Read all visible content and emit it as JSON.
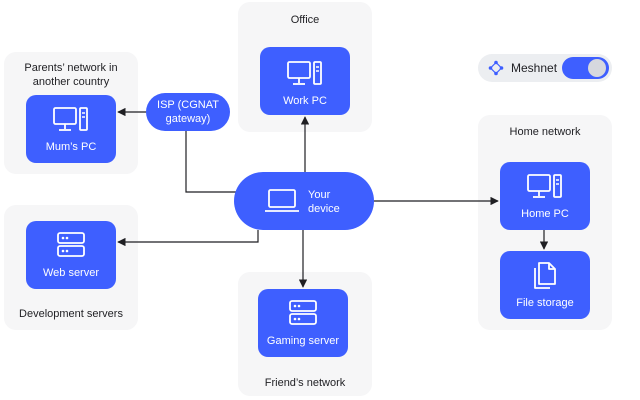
{
  "groups": {
    "office": "Office",
    "parents": "Parents’ network in another country",
    "home": "Home network",
    "dev": "Development servers",
    "friend": "Friend’s network"
  },
  "nodes": {
    "work_pc": "Work PC",
    "mums_pc": "Mum’s PC",
    "isp": "ISP (CGNAT gateway)",
    "your_device": "Your device",
    "home_pc": "Home PC",
    "file_storage": "File storage",
    "web_server": "Web server",
    "gaming_server": "Gaming server"
  },
  "meshnet": {
    "label": "Meshnet",
    "enabled": true
  },
  "colors": {
    "node": "#3e5fff",
    "group_bg": "#f6f6f7",
    "line": "#1f1f23"
  },
  "icons": {
    "pc": "desktop-pc-icon",
    "server": "server-icon",
    "laptop": "laptop-icon",
    "files": "files-icon",
    "meshnet": "meshnet-icon"
  }
}
